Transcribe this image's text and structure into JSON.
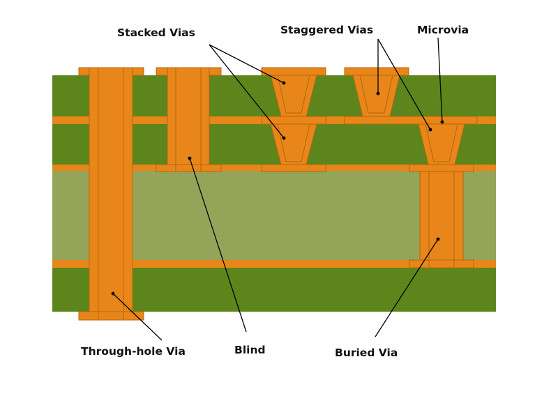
{
  "labels": {
    "stacked_vias": "Stacked Vias",
    "staggered_vias": "Staggered Vias",
    "microvia": "Microvia",
    "through_hole_via": "Through-hole Via",
    "blind": "Blind",
    "buried_via": "Buried Via"
  },
  "colors": {
    "outer_dielectric": "#5c861c",
    "core_dielectric": "#94a55a",
    "copper": "#e8861a",
    "copper_outline": "#b8640c",
    "leader_line": "#000000"
  }
}
